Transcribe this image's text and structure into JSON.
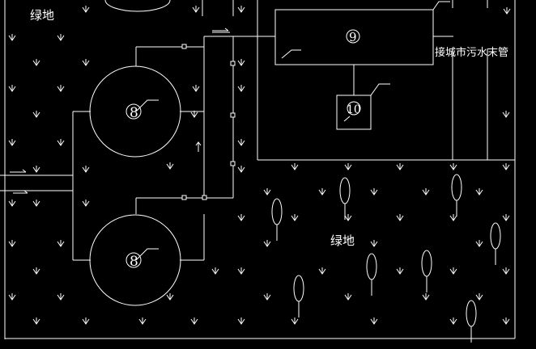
{
  "labels": {
    "green_top": "绿地",
    "green_mid": "绿地",
    "sewer": "接城市污水末管"
  },
  "nodes": {
    "tank_upper": "8",
    "tank_lower": "8",
    "box_large": "9",
    "box_small": "10"
  },
  "colors": {
    "background": "#000000",
    "line": "#ffffff"
  }
}
